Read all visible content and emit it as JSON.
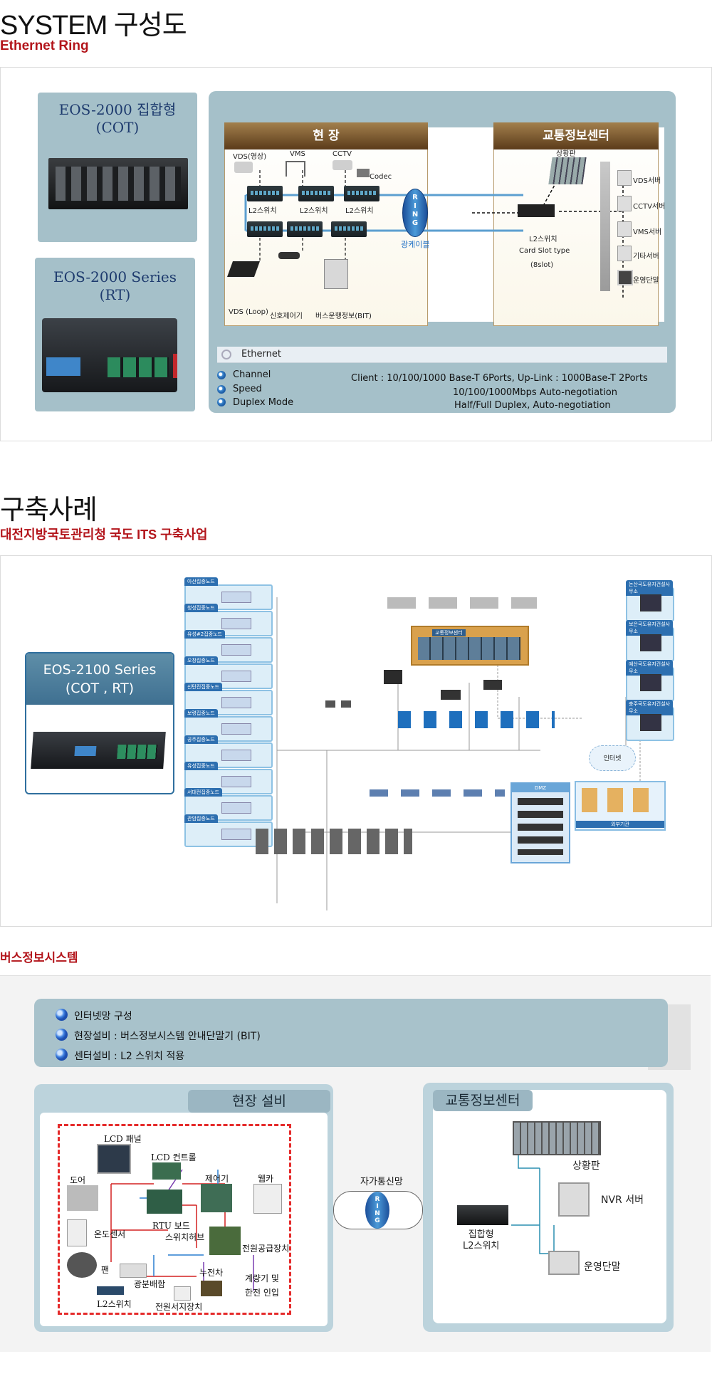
{
  "section1": {
    "title": "SYSTEM 구성도",
    "subtitle": "Ethernet Ring",
    "product_cot": {
      "line1": "EOS-2000 집합형",
      "line2": "(COT)"
    },
    "product_rt": {
      "line1": "EOS-2000 Series",
      "line2": "(RT)"
    },
    "diagram": {
      "field_header": "현 장",
      "center_header": "교통정보센터",
      "field_labels": {
        "vds": "VDS(영상)",
        "vms": "VMS",
        "cctv": "CCTV",
        "codec": "Codec",
        "l2_1": "L2스위치",
        "l2_2": "L2스위치",
        "l2_3": "L2스위치",
        "vds_loop": "VDS (Loop)",
        "signal": "신호제어기",
        "bit": "버스운행정보(BIT)"
      },
      "ring": [
        "R",
        "I",
        "N",
        "G"
      ],
      "fiber": "광케이블",
      "center_labels": {
        "board": "상황판",
        "l2": "L2스위치",
        "card": "Card Slot type",
        "slot": "(8slot)",
        "srv1": "VDS서버",
        "srv2": "CCTV서버",
        "srv3": "VMS서버",
        "srv4": "기타서버",
        "terminal": "운영단말"
      }
    },
    "specs": {
      "heading": "Ethernet",
      "rows": [
        {
          "label": "Channel",
          "value": "Client  :  10/100/1000  Base-T 6Ports, Up-Link : 1000Base-T 2Ports"
        },
        {
          "label": "Speed",
          "value": "10/100/1000Mbps  Auto-negotiation"
        },
        {
          "label": "Duplex Mode",
          "value": "Half/Full Duplex, Auto-negotiation"
        }
      ]
    }
  },
  "section2": {
    "title": "구축사례",
    "subtitle": "대전지방국토관리청  국도 ITS 구축사업",
    "product": {
      "line1": "EOS-2100 Series",
      "line2": "(COT , RT)"
    },
    "nodes": [
      "아산집중노드",
      "청성집중노드",
      "유성#2집중노드",
      "오창집중노드",
      "신탄진집중노드",
      "보령집중노드",
      "공주집중노드",
      "유성집중노드",
      "서대전집중노드",
      "관암집중노드"
    ],
    "right_offices": [
      "논산국도유지건설사무소",
      "보은국도유지건설사무소",
      "예산국도유지건설사무소",
      "충주국도유지건설사무소"
    ],
    "internet": "인터넷",
    "dmz": "DMZ",
    "external": "외부기관",
    "center_board": "교통정보센터"
  },
  "section3": {
    "title": "버스정보시스템",
    "bullets": [
      "인터넷망 구성",
      "현장설비 : 버스정보시스템 안내단말기 (BIT)",
      "센터설비 : L2 스위치 적용"
    ],
    "field_title": "현장 설비",
    "center_title": "교통정보센터",
    "network": "자가통신망",
    "ring": [
      "R",
      "I",
      "N",
      "G"
    ],
    "field_labels": {
      "lcd": "LCD 패널",
      "lcd_ctrl": "LCD 컨트롤",
      "door": "도어",
      "ctrl": "제어기",
      "webcam": "웹카",
      "temp": "온도센서",
      "rtu": "RTU 보드",
      "switch_board": "스위치허브",
      "power": "전원공급장치",
      "fan": "팬",
      "dist": "광분배함",
      "leak": "누전차",
      "meter": "계량기 및",
      "inlet": "한전 인입",
      "l2": "L2스위치",
      "surge": "전원서지장치"
    },
    "center_labels": {
      "board": "상황판",
      "nvr": "NVR 서버",
      "l2a": "집합형",
      "l2b": "L2스위치",
      "terminal": "운영단말"
    }
  }
}
